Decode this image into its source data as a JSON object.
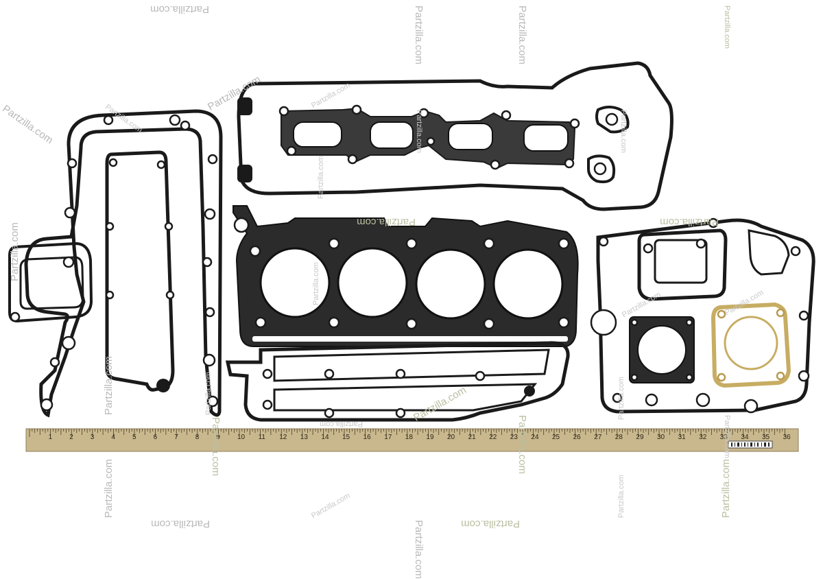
{
  "watermark": {
    "text": "Partzilla.com"
  },
  "ruler": {
    "numbers": [
      "1",
      "2",
      "3",
      "4",
      "5",
      "6",
      "7",
      "8",
      "9",
      "10",
      "11",
      "12",
      "13",
      "14",
      "15",
      "16",
      "17",
      "18",
      "19",
      "20",
      "21",
      "22",
      "23",
      "24",
      "25",
      "26",
      "27",
      "28",
      "29",
      "30",
      "31",
      "32",
      "33",
      "34",
      "35",
      "36"
    ]
  },
  "colors": {
    "background": "#ffffff",
    "gasket": "#1a1a1a",
    "ruler": "#c9b88e",
    "paper_gasket": "#d9c58a"
  }
}
